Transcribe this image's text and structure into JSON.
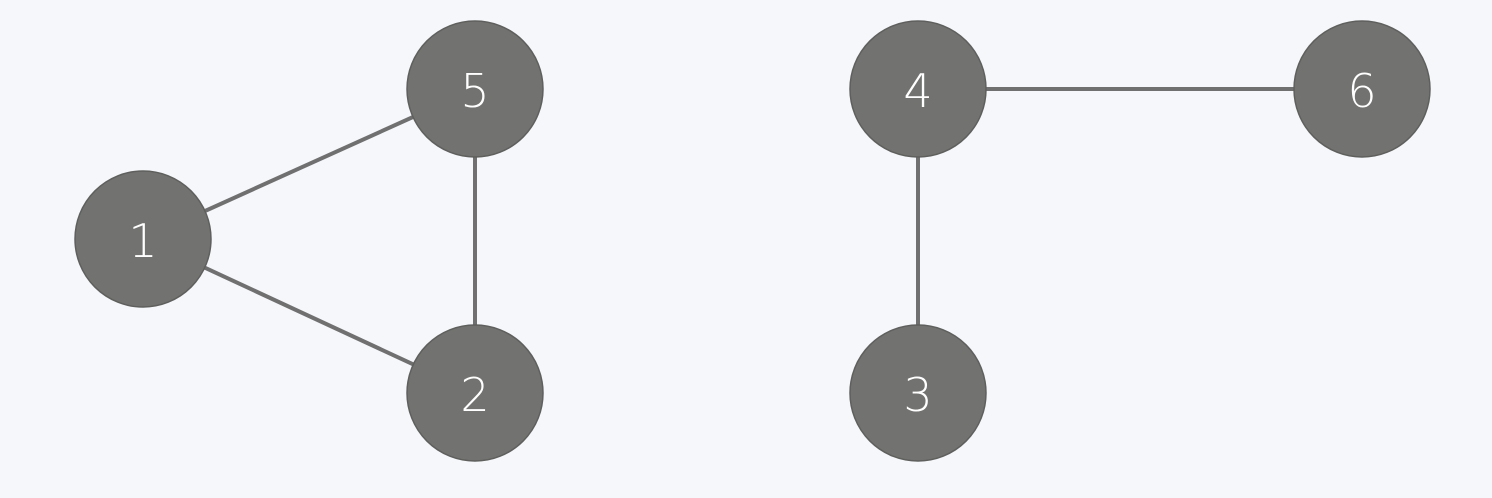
{
  "graph": {
    "nodes": [
      {
        "id": "1",
        "label": "1"
      },
      {
        "id": "2",
        "label": "2"
      },
      {
        "id": "3",
        "label": "3"
      },
      {
        "id": "4",
        "label": "4"
      },
      {
        "id": "5",
        "label": "5"
      },
      {
        "id": "6",
        "label": "6"
      }
    ],
    "edges": [
      {
        "from": "1",
        "to": "5"
      },
      {
        "from": "1",
        "to": "2"
      },
      {
        "from": "5",
        "to": "2"
      },
      {
        "from": "4",
        "to": "6"
      },
      {
        "from": "4",
        "to": "3"
      }
    ]
  },
  "colors": {
    "background": "#f5f7fb",
    "node_fill": "#727370",
    "edge": "#707070",
    "label": "#ffffff"
  }
}
